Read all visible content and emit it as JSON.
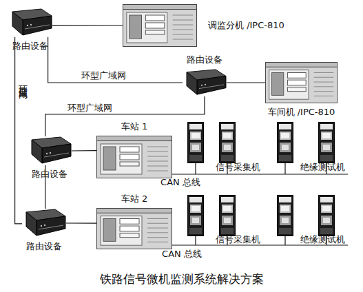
{
  "diagram": {
    "caption": "铁路信号微机监测系统解决方案",
    "nodes": [
      {
        "text": [
          "路由设备"
        ]
      },
      {
        "text": [
          "调监分机 /IPC-810"
        ]
      },
      {
        "text": [
          "路由设备"
        ]
      },
      {
        "text": [
          "车间机 /IPC-810"
        ]
      },
      {
        "text": [
          "车站 1"
        ]
      },
      {
        "text": [
          "路由设备"
        ]
      },
      {
        "text": [
          "车站 2"
        ]
      },
      {
        "text": [
          "路由设备"
        ]
      }
    ],
    "edges": [
      {
        "from": 0,
        "to": 1,
        "arrow": "none"
      },
      {
        "from": 0,
        "to": 2,
        "label": "环型广域网",
        "arrow": "none"
      },
      {
        "from": 2,
        "to": 3,
        "arrow": "none"
      },
      {
        "from": 2,
        "to": 5,
        "label": "环型广域网",
        "arrow": "none"
      },
      {
        "from": 5,
        "to": 4,
        "arrow": "none"
      },
      {
        "from": 5,
        "to": 7,
        "arrow": "none"
      },
      {
        "from": 0,
        "to": 7,
        "label": "环型广域网",
        "arrow": "none"
      },
      {
        "from": 7,
        "to": 6,
        "arrow": "none"
      }
    ],
    "labels": [
      "信号采集机",
      "绝缘测试机",
      "CAN 总线",
      "信号采集机",
      "绝缘测试机",
      "CAN 总线"
    ]
  }
}
